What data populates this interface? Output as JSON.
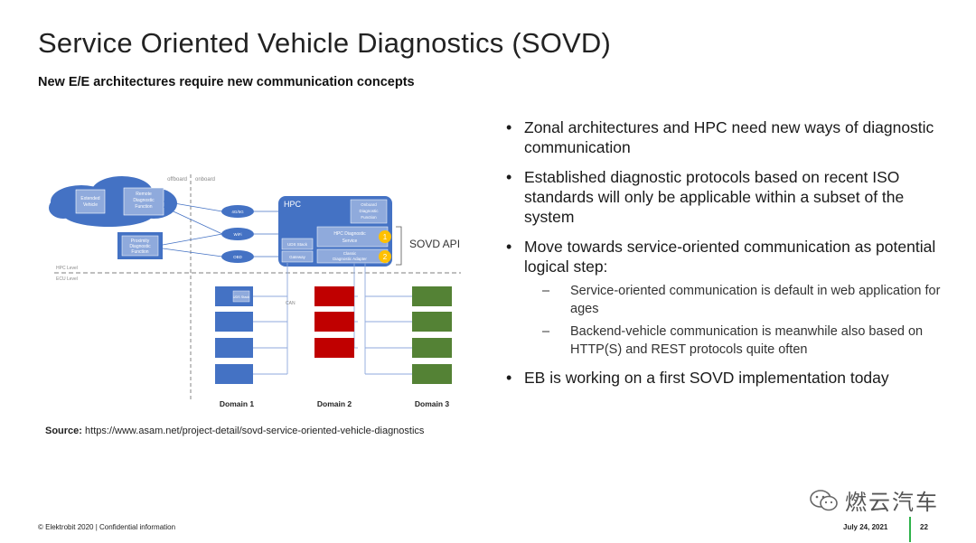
{
  "slide": {
    "title": "Service Oriented Vehicle Diagnostics (SOVD)",
    "subtitle": "New E/E architectures require new communication concepts"
  },
  "diagram": {
    "offboard_label": "offboard",
    "onboard_label": "onboard",
    "cloud_box1": "Extended Vehicle",
    "cloud_box2": "Remote Diagnostic Function",
    "proximity": "Proximity Diagnostic Function",
    "ovals": [
      "4G/5G",
      "WiFi",
      "OBD"
    ],
    "hpc_title": "HPC",
    "onboard_diag": "Onboard Diagnostic Function",
    "hpc_service": "HPC Diagnostic Service",
    "classic_adapter": "Classic Diagnostic Adapter",
    "uds_stack": "UDS Stack",
    "gateway": "Gateway",
    "badge1": "1",
    "badge2": "2",
    "sovd_api": "SOVD API",
    "hpc_level": "HPC Level",
    "ecu_level": "ECU Level",
    "can_label": "CAN",
    "ecu_uds": "UDS Stack",
    "domains": [
      "Domain 1",
      "Domain 2",
      "Domain 3"
    ],
    "colors": {
      "blue": "#4472c4",
      "light_blue": "#8faadc",
      "red": "#c00000",
      "green": "#548235",
      "badge": "#ffc000"
    }
  },
  "source": {
    "label": "Source:",
    "url": "https://www.asam.net/project-detail/sovd-service-oriented-vehicle-diagnostics"
  },
  "bullets": {
    "b1": "Zonal architectures and HPC need new ways of diagnostic communication",
    "b2": "Established diagnostic protocols based on recent ISO standards will only be applicable within a subset of the system",
    "b3": "Move towards service-oriented communication as potential logical step:",
    "b3_sub1": "Service-oriented communication is default in web application for ages",
    "b3_sub2": "Backend-vehicle communication is meanwhile also based on HTTP(S) and REST protocols quite often",
    "b4": "EB is working on a first SOVD implementation today"
  },
  "footer": {
    "copyright": "© Elektrobit 2020 | Confidential information",
    "date": "July 24, 2021",
    "page": "22"
  },
  "watermark": {
    "text": "燃云汽车",
    "icon": "wechat-icon"
  }
}
